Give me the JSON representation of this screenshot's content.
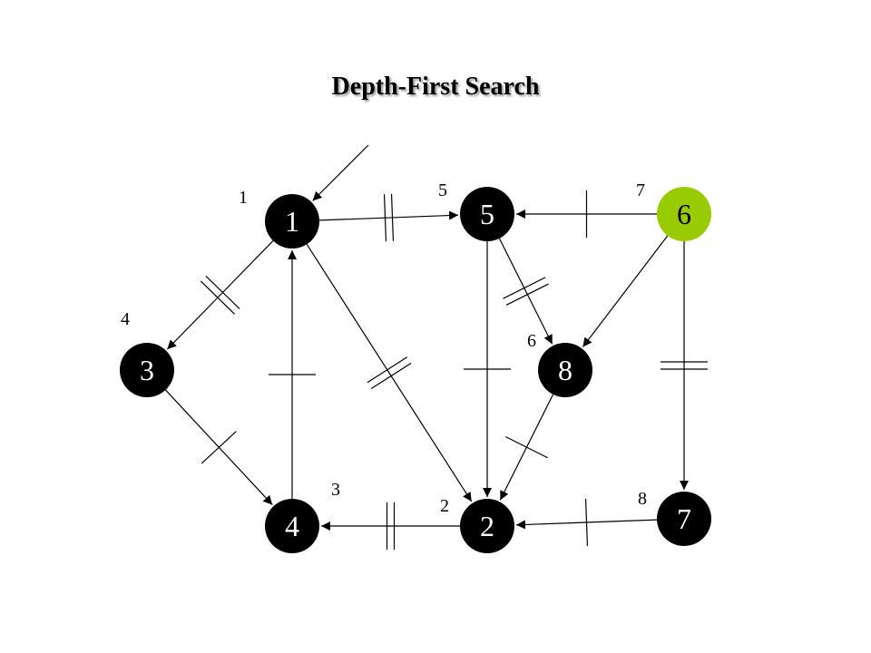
{
  "title": "Depth-First Search",
  "colors": {
    "node_fill": "#000000",
    "node_text": "#ffffff",
    "current_node_fill": "#99cc00",
    "current_node_text": "#000000",
    "edge": "#000000"
  },
  "nodes": [
    {
      "id": "1",
      "label": "1",
      "current": false
    },
    {
      "id": "2",
      "label": "2",
      "current": false
    },
    {
      "id": "3",
      "label": "3",
      "current": false
    },
    {
      "id": "4",
      "label": "4",
      "current": false
    },
    {
      "id": "5",
      "label": "5",
      "current": false
    },
    {
      "id": "6",
      "label": "6",
      "current": true
    },
    {
      "id": "7",
      "label": "7",
      "current": false
    },
    {
      "id": "8",
      "label": "8",
      "current": false
    }
  ],
  "visit_order": [
    {
      "node": "1",
      "label": "1"
    },
    {
      "node": "2",
      "label": "2"
    },
    {
      "node": "4",
      "label": "3"
    },
    {
      "node": "3",
      "label": "4"
    },
    {
      "node": "5",
      "label": "5"
    },
    {
      "node": "8",
      "label": "6"
    },
    {
      "node": "6",
      "label": "7"
    },
    {
      "node": "7",
      "label": "8"
    }
  ],
  "edges": [
    {
      "from": "start",
      "to": "1",
      "ticks": 0
    },
    {
      "from": "1",
      "to": "5",
      "ticks": 2
    },
    {
      "from": "1",
      "to": "3",
      "ticks": 2
    },
    {
      "from": "1",
      "to": "2",
      "ticks": 2
    },
    {
      "from": "4",
      "to": "1",
      "ticks": 1
    },
    {
      "from": "3",
      "to": "4",
      "ticks": 1
    },
    {
      "from": "2",
      "to": "4",
      "ticks": 2
    },
    {
      "from": "5",
      "to": "2",
      "ticks": 1
    },
    {
      "from": "5",
      "to": "8",
      "ticks": 2
    },
    {
      "from": "8",
      "to": "2",
      "ticks": 1
    },
    {
      "from": "6",
      "to": "5",
      "ticks": 1
    },
    {
      "from": "6",
      "to": "8",
      "ticks": 0
    },
    {
      "from": "6",
      "to": "7",
      "ticks": 2
    },
    {
      "from": "7",
      "to": "2",
      "ticks": 1
    }
  ]
}
